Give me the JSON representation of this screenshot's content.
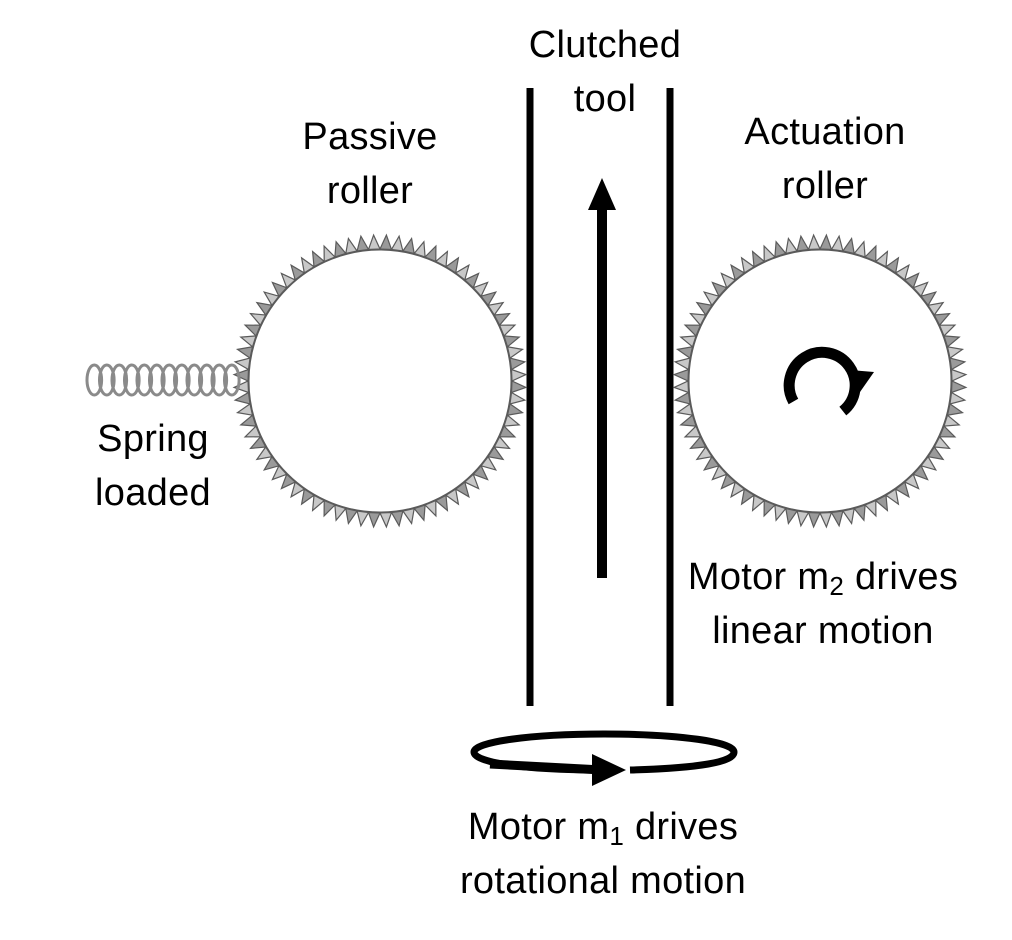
{
  "labels": {
    "clutched_tool": [
      "Clutched",
      "tool"
    ],
    "passive_roller": [
      "Passive",
      "roller"
    ],
    "actuation_roller": [
      "Actuation",
      "roller"
    ],
    "spring_loaded": [
      "Spring",
      "loaded"
    ],
    "motor_m2": {
      "pre": "Motor m",
      "sub": "2",
      "post": " drives",
      "line2": "linear motion"
    },
    "motor_m1": {
      "pre": "Motor m",
      "sub": "1",
      "post": " drives",
      "line2": "rotational motion"
    }
  },
  "colors": {
    "line": "#000000",
    "gear_dark": "#5a5a5a",
    "gear_light": "#c8c8c8",
    "spring": "#8a8a8a"
  },
  "icons": [
    "linear-motion-arrow-icon",
    "clockwise-rotation-icon",
    "rotation-ellipse-arrow-icon",
    "compression-spring-icon",
    "passive-roller-gear-icon",
    "actuation-roller-gear-icon"
  ]
}
